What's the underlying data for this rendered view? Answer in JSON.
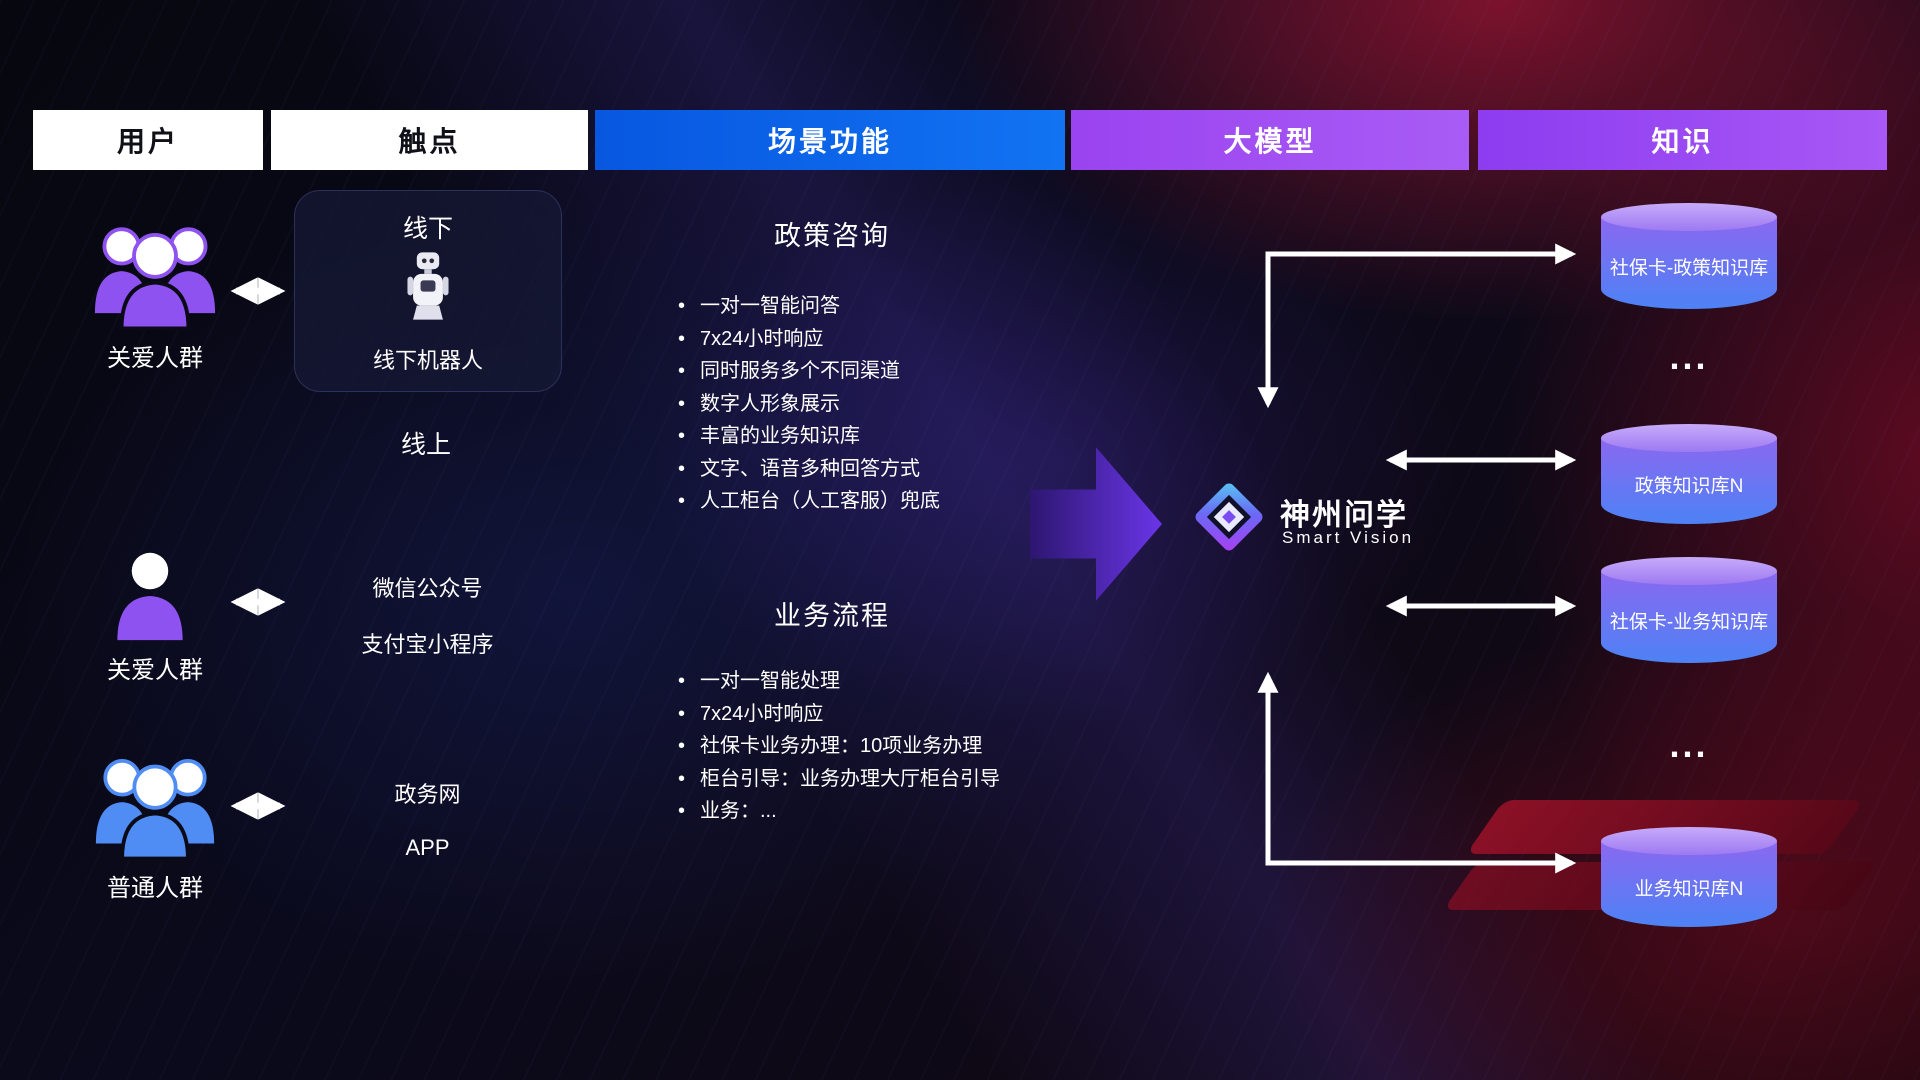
{
  "header": {
    "user": "用户",
    "touchpoint": "触点",
    "scenario": "场景功能",
    "model": "大模型",
    "knowledge": "知识"
  },
  "users": [
    {
      "label": "关爱人群",
      "icon": "people-group-icon",
      "color": "purple"
    },
    {
      "label": "关爱人群",
      "icon": "person-icon",
      "color": "purple"
    },
    {
      "label": "普通人群",
      "icon": "people-group-icon",
      "color": "blue"
    }
  ],
  "touchpoints": {
    "offline_title": "线下",
    "offline_robot": "线下机器人",
    "online_title": "线上",
    "channels": [
      "微信公众号",
      "支付宝小程序",
      "政务网",
      "APP"
    ]
  },
  "scenarios": [
    {
      "title": "政策咨询",
      "items": [
        "一对一智能问答",
        "7x24小时响应",
        "同时服务多个不同渠道",
        "数字人形象展示",
        "丰富的业务知识库",
        "文字、语音多种回答方式",
        "人工柜台（人工客服）兜底"
      ]
    },
    {
      "title": "业务流程",
      "items": [
        "一对一智能处理",
        "7x24小时响应",
        "社保卡业务办理：10项业务办理",
        "柜台引导：业务办理大厅柜台引导",
        "业务：..."
      ]
    }
  ],
  "model": {
    "brand": "神州问学",
    "subtitle": "Smart Vision",
    "logo_icon": "diamond-logo-icon",
    "flow_icon": "right-flow-arrow"
  },
  "knowledge": {
    "items": [
      {
        "type": "database",
        "label": "社保卡-政策知识库"
      },
      {
        "type": "ellipsis",
        "label": "..."
      },
      {
        "type": "database",
        "label": "政策知识库N"
      },
      {
        "type": "database",
        "label": "社保卡-业务知识库"
      },
      {
        "type": "ellipsis",
        "label": "..."
      },
      {
        "type": "database",
        "label": "业务知识库N"
      }
    ]
  },
  "colors": {
    "scene_header_blue": "#0f6bf0",
    "model_header_purple": "#9c4bf2",
    "knowledge_header_purple": "#9233f0",
    "user_icon_purple": "#8e52f0",
    "user_icon_blue": "#4f8df5",
    "db_top": "#b793f7",
    "db_body": "#5a7cf3",
    "arrow_white": "#ffffff",
    "flow_arrow_purple": "#6a35e8"
  }
}
